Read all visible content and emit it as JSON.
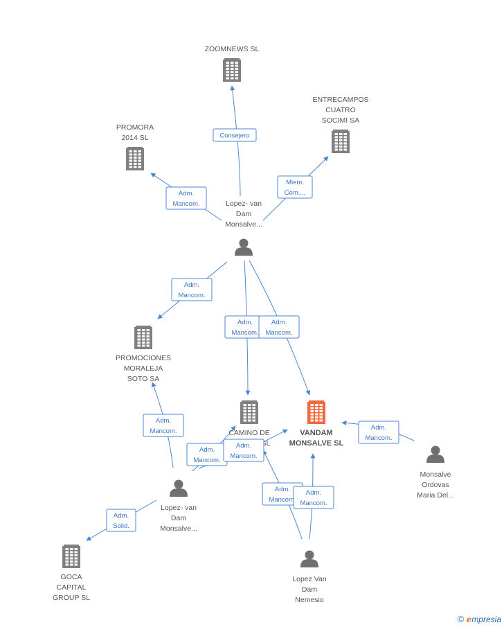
{
  "colors": {
    "company": "#808080",
    "focus_company": "#f26a3c",
    "person": "#707070",
    "edge": "#4a86d6",
    "edge_text": "#3b74c2",
    "label": "#555555"
  },
  "nodes": [
    {
      "id": "zoomnews",
      "kind": "company",
      "icon": "building-icon",
      "lines": [
        "ZOOMNEWS SL"
      ]
    },
    {
      "id": "entrecampos",
      "kind": "company",
      "icon": "building-icon",
      "lines": [
        "ENTRECAMPOS",
        "CUATRO",
        "SOCIMI SA"
      ]
    },
    {
      "id": "promora",
      "kind": "company",
      "icon": "building-icon",
      "lines": [
        "PROMORA",
        "2014  SL"
      ]
    },
    {
      "id": "person1",
      "kind": "person",
      "icon": "person-icon",
      "lines": [
        "Lopez- van",
        "Dam",
        "Monsalve..."
      ]
    },
    {
      "id": "promociones",
      "kind": "company",
      "icon": "building-icon",
      "lines": [
        "PROMOCIONES",
        "MORALEJA",
        "SOTO SA"
      ]
    },
    {
      "id": "camino",
      "kind": "company",
      "icon": "building-icon",
      "lines": [
        "CAMINO DE",
        "SL"
      ]
    },
    {
      "id": "vandam",
      "kind": "focus",
      "icon": "building-icon",
      "lines": [
        "VANDAM",
        "MONSALVE SL"
      ]
    },
    {
      "id": "monsalve",
      "kind": "person",
      "icon": "person-icon",
      "lines": [
        "Monsalve",
        "Ordovas",
        "Maria Del..."
      ]
    },
    {
      "id": "person2",
      "kind": "person",
      "icon": "person-icon",
      "lines": [
        "Lopez- van",
        "Dam",
        "Monsalve..."
      ]
    },
    {
      "id": "goca",
      "kind": "company",
      "icon": "building-icon",
      "lines": [
        "GOCA",
        "CAPITAL",
        "GROUP SL"
      ]
    },
    {
      "id": "nemesio",
      "kind": "person",
      "icon": "person-icon",
      "lines": [
        "Lopez Van",
        "Dam",
        "Nemesio"
      ]
    }
  ],
  "edges": [
    {
      "id": "e1",
      "from": "person1",
      "to": "zoomnews",
      "lines": [
        "Consejero"
      ]
    },
    {
      "id": "e2",
      "from": "person1",
      "to": "entrecampos",
      "lines": [
        "Miem.",
        "Com...."
      ]
    },
    {
      "id": "e3",
      "from": "person1",
      "to": "promora",
      "lines": [
        "Adm.",
        "Mancom."
      ]
    },
    {
      "id": "e4",
      "from": "person1",
      "to": "promociones",
      "lines": [
        "Adm.",
        "Mancom."
      ]
    },
    {
      "id": "e5",
      "from": "person1",
      "to": "camino",
      "lines": [
        "Adm.",
        "Mancom."
      ]
    },
    {
      "id": "e6",
      "from": "person1",
      "to": "vandam",
      "lines": [
        "Adm.",
        "Mancom."
      ]
    },
    {
      "id": "e7",
      "from": "monsalve",
      "to": "vandam",
      "lines": [
        "Adm.",
        "Mancom."
      ]
    },
    {
      "id": "e8",
      "from": "person2",
      "to": "promociones",
      "lines": [
        "Adm.",
        "Mancom."
      ]
    },
    {
      "id": "e9",
      "from": "person2",
      "to": "camino",
      "lines": [
        "Adm.",
        "Mancom."
      ]
    },
    {
      "id": "e10",
      "from": "person2",
      "to": "vandam",
      "lines": [
        "Adm.",
        "Mancom."
      ]
    },
    {
      "id": "e11",
      "from": "person2",
      "to": "goca",
      "lines": [
        "Adm.",
        "Solid."
      ]
    },
    {
      "id": "e12",
      "from": "nemesio",
      "to": "camino",
      "lines": [
        "Adm.",
        "Mancom."
      ]
    },
    {
      "id": "e13",
      "from": "nemesio",
      "to": "vandam",
      "lines": [
        "Adm.",
        "Mancom."
      ]
    }
  ],
  "watermark": {
    "copyright": "©",
    "brand_initial": "e",
    "brand_rest": "mpresia"
  }
}
